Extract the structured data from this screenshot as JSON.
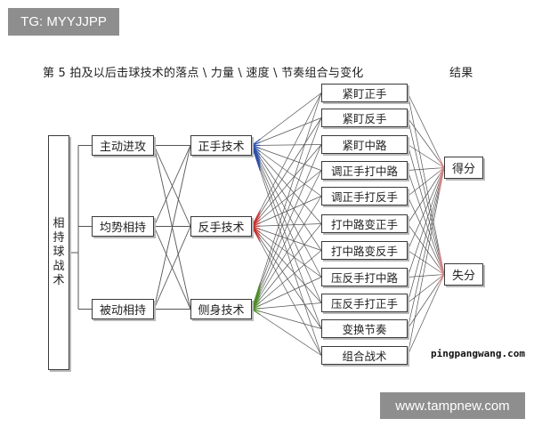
{
  "overlay": {
    "tg_label": "TG: MYYJJPP",
    "site_label": "www.tampnew.com"
  },
  "diagram": {
    "title": "第 5 拍及以后击球技术的落点 \\ 力量 \\ 速度 \\ 节奏组合与变化",
    "result_title": "结果",
    "root": "相持球战术",
    "situations": [
      "主动进攻",
      "均势相持",
      "被动相持"
    ],
    "techniques": [
      "正手技术",
      "反手技术",
      "侧身技术"
    ],
    "tactics": [
      "紧盯正手",
      "紧盯反手",
      "紧盯中路",
      "调正手打中路",
      "调正手打反手",
      "打中路变正手",
      "打中路变反手",
      "压反手打中路",
      "压反手打正手",
      "变换节奏",
      "组合战术"
    ],
    "results": [
      "得分",
      "失分"
    ],
    "watermark": "pingpangwang.com",
    "colors": {
      "forehand_links": "#2d4fa8",
      "backhand_links": "#c23030",
      "sidespin_links": "#4f8a2c",
      "result_links": "#d08a8a",
      "line": "#555555"
    }
  }
}
